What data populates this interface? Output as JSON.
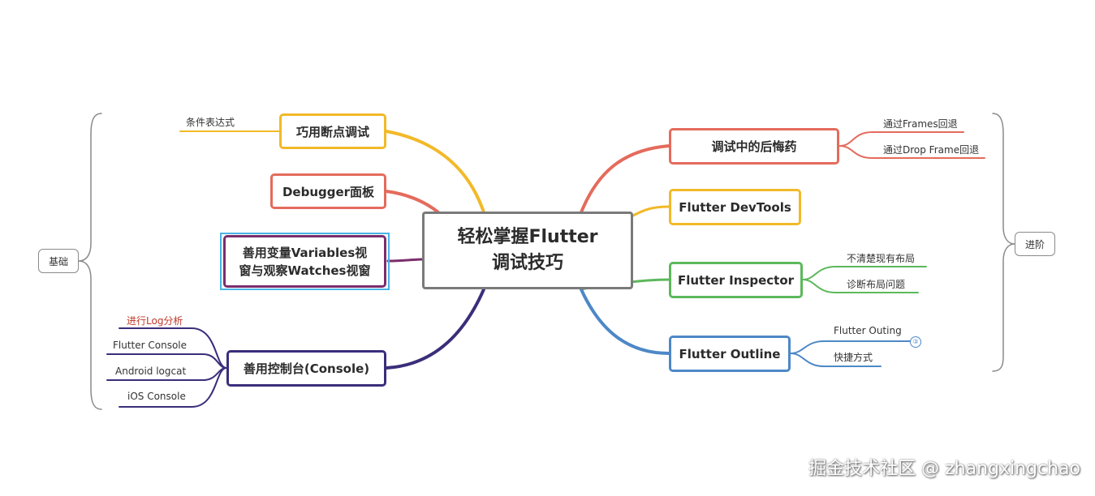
{
  "title_lines": [
    "轻松掌握Flutter",
    "调试技巧"
  ],
  "groups": {
    "left": "基础",
    "right": "进阶"
  },
  "left_branches": {
    "breakpoint": {
      "label": "巧用断点调试",
      "color": "#f2b928",
      "leaf": "条件表达式"
    },
    "debugger": {
      "label": "Debugger面板",
      "color": "#e46b5c"
    },
    "variables": {
      "line1": "善用变量Variables视",
      "line2": "窗与观察Watches视窗",
      "color": "#7b2e6c",
      "outline": "#4ab4e6"
    },
    "console": {
      "label": "善用控制台(Console)",
      "color": "#3a2e7a",
      "leaves": [
        "进行Log分析",
        "Flutter Console",
        "Android logcat",
        "iOS Console"
      ],
      "highlight_color": "#c0392b"
    }
  },
  "right_branches": {
    "regret": {
      "label": "调试中的后悔药",
      "color": "#e46b5c",
      "leaves": [
        "通过Frames回退",
        "通过Drop Frame回退"
      ]
    },
    "devtools": {
      "label": "Flutter DevTools",
      "color": "#f2b928"
    },
    "inspector": {
      "label": "Flutter Inspector",
      "color": "#5cb85c",
      "leaves": [
        "不清楚现有布局",
        "诊断布局问题"
      ]
    },
    "outline": {
      "label": "Flutter Outline",
      "color": "#4d88c7",
      "leaves": [
        "Flutter Outing",
        "快捷方式"
      ],
      "badge": "③"
    }
  },
  "watermark": "掘金技术社区 @ zhangxingchao"
}
